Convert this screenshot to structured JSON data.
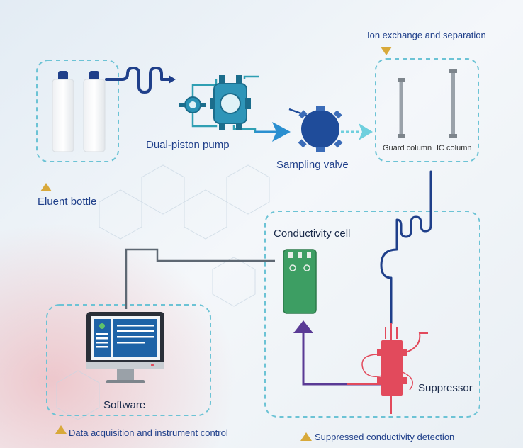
{
  "diagram": {
    "sections": {
      "eluent": {
        "label": "Eluent bottle"
      },
      "pump": {
        "label": "Dual-piston pump"
      },
      "valve": {
        "label": "Sampling valve"
      },
      "separation": {
        "label": "Ion exchange and separation",
        "guard_label": "Guard column",
        "ic_label": "IC column"
      },
      "detection": {
        "label": "Suppressed conductivity detection",
        "cell_label": "Conductivity cell",
        "suppressor_label": "Suppressor"
      },
      "software": {
        "label": "Software",
        "caption": "Data acquisition and instrument control"
      }
    },
    "colors": {
      "dashed_border": "#6cc3d5",
      "tube_dark": "#1f3f8a",
      "tube_teal": "#2f9fb3",
      "arrow_blue": "#2a8fd0",
      "arrow_light": "#6fd0de",
      "valve_body": "#1f4c9a",
      "cell_green": "#3d9e63",
      "suppressor_red": "#e24a5c",
      "return_arrow": "#5a3a95",
      "triangle": "#d8a93a",
      "label": "#1f3f8a"
    }
  }
}
